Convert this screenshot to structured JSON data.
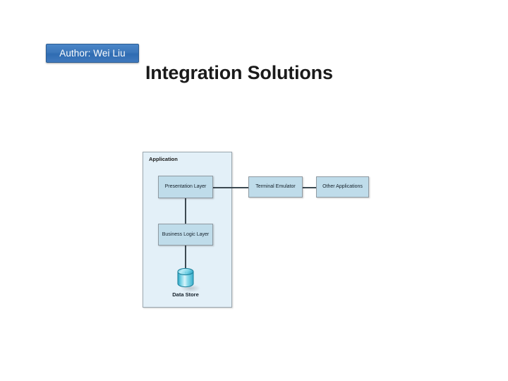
{
  "slide": {
    "author_badge": "Author: Wei Liu",
    "title": "Integration Solutions"
  },
  "diagram": {
    "container": {
      "label": "Application"
    },
    "nodes": [
      {
        "id": "presentation-layer",
        "label": "Presentation Layer"
      },
      {
        "id": "business-logic-layer",
        "label": "Business Logic Layer"
      },
      {
        "id": "data-store",
        "label": "Data Store"
      },
      {
        "id": "terminal-emulator",
        "label": "Terminal Emulator"
      },
      {
        "id": "other-applications",
        "label": "Other Applications"
      }
    ],
    "connections": [
      {
        "from": "presentation-layer",
        "to": "terminal-emulator"
      },
      {
        "from": "terminal-emulator",
        "to": "other-applications"
      },
      {
        "from": "presentation-layer",
        "to": "business-logic-layer"
      },
      {
        "from": "business-logic-layer",
        "to": "data-store"
      }
    ],
    "colors": {
      "container_fill": "#e3f0f8",
      "container_border": "#9aa6ae",
      "node_fill": "#bfdcea",
      "node_border": "#8f9aa2",
      "connector": "#3d4a52",
      "cylinder_light": "#a8e4f0",
      "cylinder_dark": "#2fa8c4",
      "badge_blue": "#3c77ba",
      "background": "#ffffff"
    }
  }
}
